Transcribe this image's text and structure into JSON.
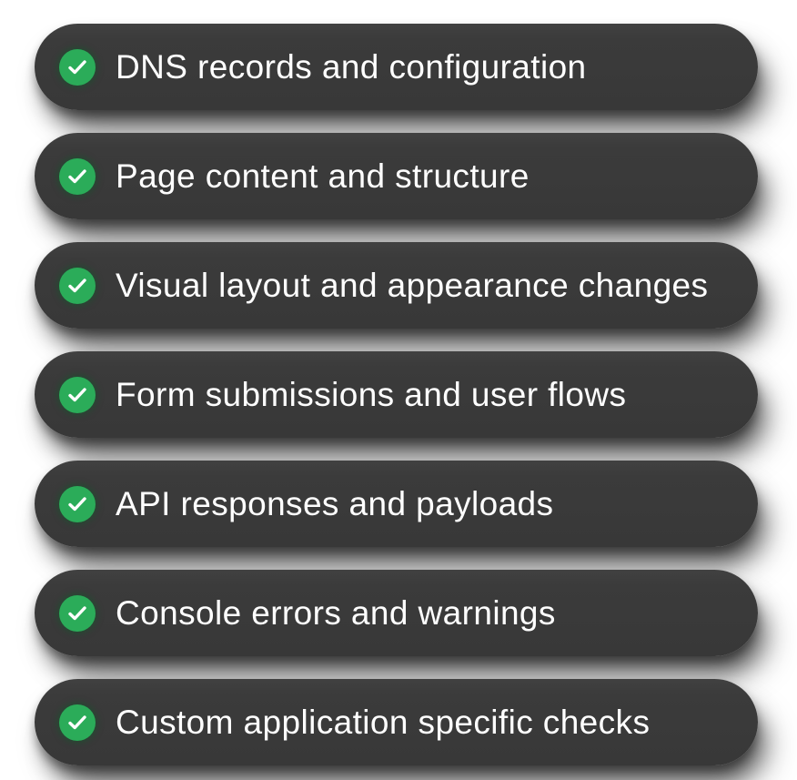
{
  "colors": {
    "page_background": "#ffffff",
    "pill_background": "#3b3b3b",
    "check_green": "#2bac59",
    "check_mark": "#ffffff",
    "text": "#ffffff"
  },
  "checklist": {
    "icon": "check-circle-icon",
    "items": [
      {
        "label": "DNS records and configuration"
      },
      {
        "label": "Page content and structure"
      },
      {
        "label": "Visual layout and appearance changes"
      },
      {
        "label": "Form submissions and user flows"
      },
      {
        "label": "API responses and payloads"
      },
      {
        "label": "Console errors and warnings"
      },
      {
        "label": "Custom application specific checks"
      }
    ]
  }
}
